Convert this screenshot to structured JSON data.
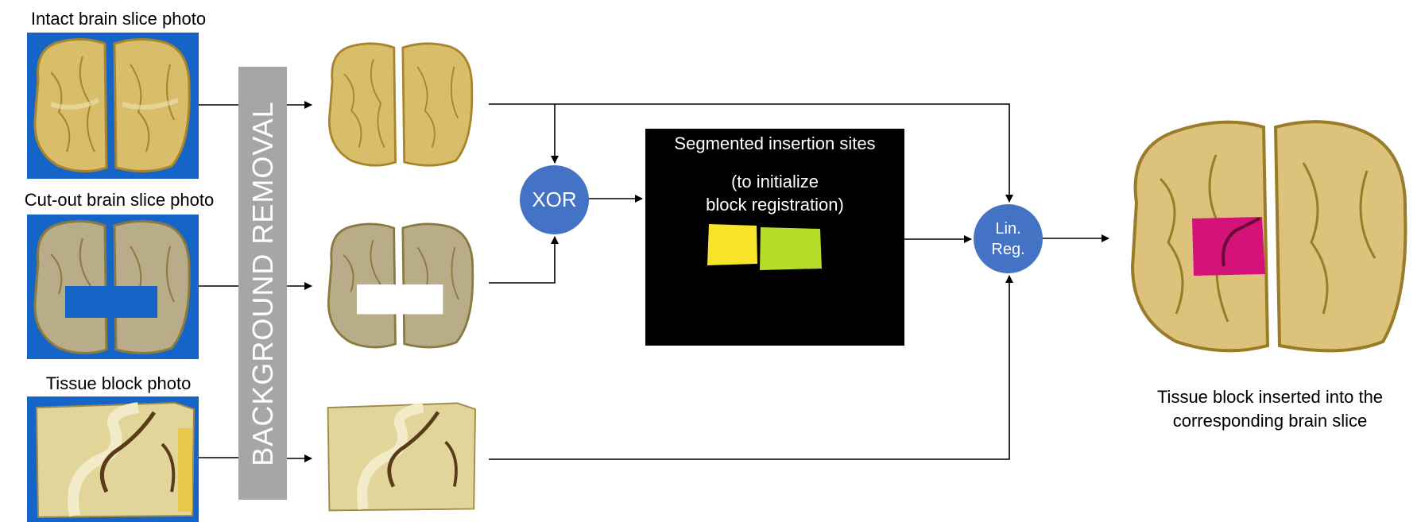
{
  "inputs": {
    "intact_label": "Intact brain slice photo",
    "cutout_label": "Cut-out brain slice photo",
    "block_label": "Tissue block photo"
  },
  "background_removal": {
    "label": "BACKGROUND REMOVAL"
  },
  "xor_node": {
    "label": "XOR"
  },
  "segmented_panel": {
    "title": "Segmented insertion sites",
    "subtitle_line1": "(to initialize",
    "subtitle_line2": "block registration)"
  },
  "linreg_node": {
    "line1": "Lin.",
    "line2": "Reg."
  },
  "output": {
    "label_line1": "Tissue block inserted into the",
    "label_line2": "corresponding brain slice"
  },
  "colors": {
    "photo_background": "#1565c8",
    "node_fill": "#4472c4",
    "bar_fill": "#a6a6a6",
    "brain_tissue": "#d8bd6a",
    "insertion_site_1": "#f7e42a",
    "insertion_site_2": "#b5dd2a",
    "inserted_block": "#d5117a"
  }
}
